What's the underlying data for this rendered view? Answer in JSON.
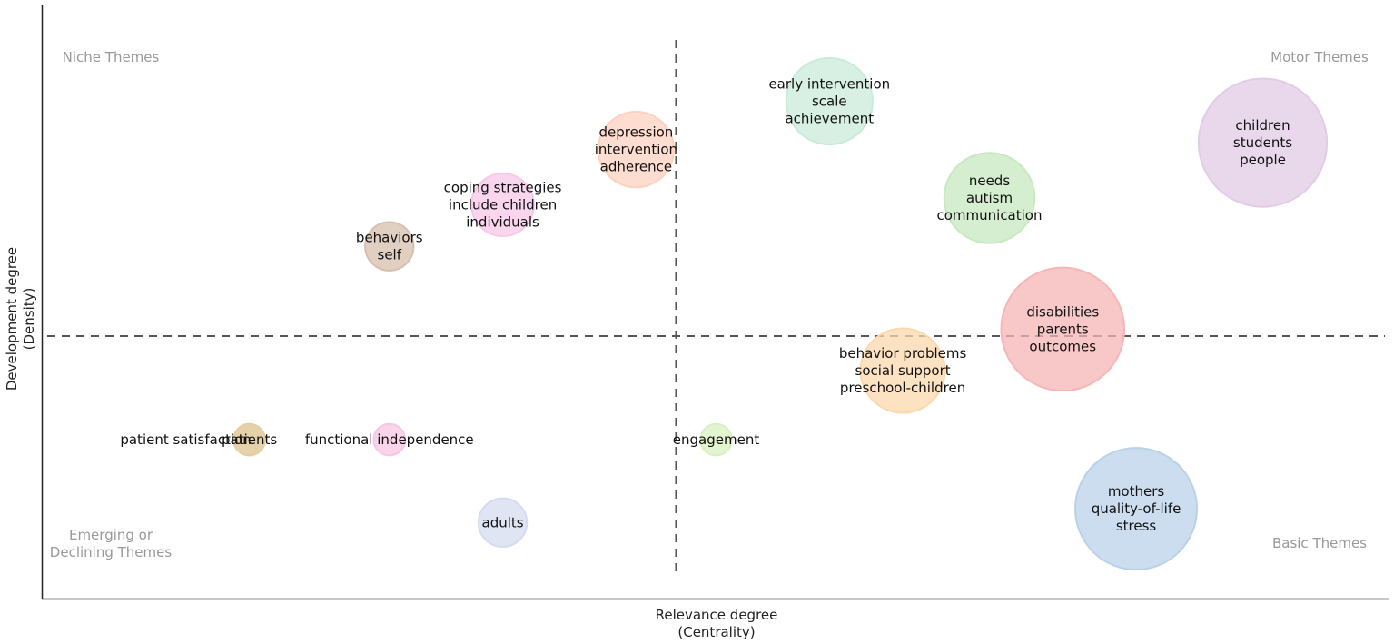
{
  "chart_data": {
    "type": "scatter",
    "title": "",
    "xlabel": [
      "Relevance degree",
      "(Centrality)"
    ],
    "ylabel": [
      "Development degree",
      "(Density)"
    ],
    "quadrant_labels": {
      "top_left": [
        "Niche Themes"
      ],
      "top_right": [
        "Motor Themes"
      ],
      "bottom_left": [
        "Emerging or",
        "Declining Themes"
      ],
      "bottom_right": [
        "Basic Themes"
      ]
    },
    "bubbles": [
      {
        "x": 0.8,
        "y": 0.55,
        "size": 2,
        "color": "#e3cfa6",
        "labels": [
          "patient satisfaction"
        ],
        "label_offset": -70
      },
      {
        "x": 0.8,
        "y": 0.55,
        "size": 2,
        "color": "#e3cfa6",
        "labels": [
          "patients"
        ],
        "label_offset": 0
      },
      {
        "x": 1.85,
        "y": 0.55,
        "size": 2,
        "color": "#f7c6e3",
        "labels": [
          "functional independence"
        ],
        "label_offset": 0
      },
      {
        "x": 1.85,
        "y": 1.95,
        "size": 8,
        "color": "#d7bfae",
        "labels": [
          "behaviors",
          "self"
        ],
        "label_offset": 0
      },
      {
        "x": 2.7,
        "y": 2.25,
        "size": 16,
        "color": "#f7c8e8",
        "labels": [
          "coping strategies",
          "include children",
          "individuals"
        ],
        "label_offset": 0
      },
      {
        "x": 3.7,
        "y": 2.65,
        "size": 26,
        "color": "#fcd2bf",
        "labels": [
          "depression",
          "intervention",
          "adherence"
        ],
        "label_offset": 0
      },
      {
        "x": 2.7,
        "y": -0.05,
        "size": 8,
        "color": "#d6dcef",
        "labels": [
          "adults"
        ],
        "label_offset": 0
      },
      {
        "x": 4.3,
        "y": 0.55,
        "size": 2,
        "color": "#d9f0c0",
        "labels": [
          "engagement"
        ],
        "label_offset": 0
      },
      {
        "x": 5.15,
        "y": 3.0,
        "size": 36,
        "color": "#c9ebd9",
        "labels": [
          "early intervention",
          "scale",
          "achievement"
        ],
        "label_offset": 0
      },
      {
        "x": 6.35,
        "y": 2.3,
        "size": 40,
        "color": "#c8e8c0",
        "labels": [
          "needs",
          "autism",
          "communication"
        ],
        "label_offset": 0
      },
      {
        "x": 5.7,
        "y": 1.05,
        "size": 34,
        "color": "#fcd8ad",
        "labels": [
          "behavior problems",
          "social support",
          "preschool-children"
        ],
        "label_offset": 0
      },
      {
        "x": 6.9,
        "y": 1.35,
        "size": 82,
        "color": "#f6b6b6",
        "labels": [
          "disabilities",
          "parents",
          "outcomes"
        ],
        "label_offset": 0
      },
      {
        "x": 8.4,
        "y": 2.7,
        "size": 90,
        "color": "#e1cbe6",
        "labels": [
          "children",
          "students",
          "people"
        ],
        "label_offset": 0
      },
      {
        "x": 7.45,
        "y": 0.05,
        "size": 80,
        "color": "#b9d2e8",
        "labels": [
          "mothers",
          "quality-of-life",
          "stress"
        ],
        "label_offset": 0
      }
    ],
    "xlim": [
      -0.75,
      9.35
    ],
    "ylim": [
      -0.6,
      3.7
    ],
    "x_threshold": 4.0,
    "y_threshold": 1.3,
    "grid": false,
    "legend": "none"
  }
}
